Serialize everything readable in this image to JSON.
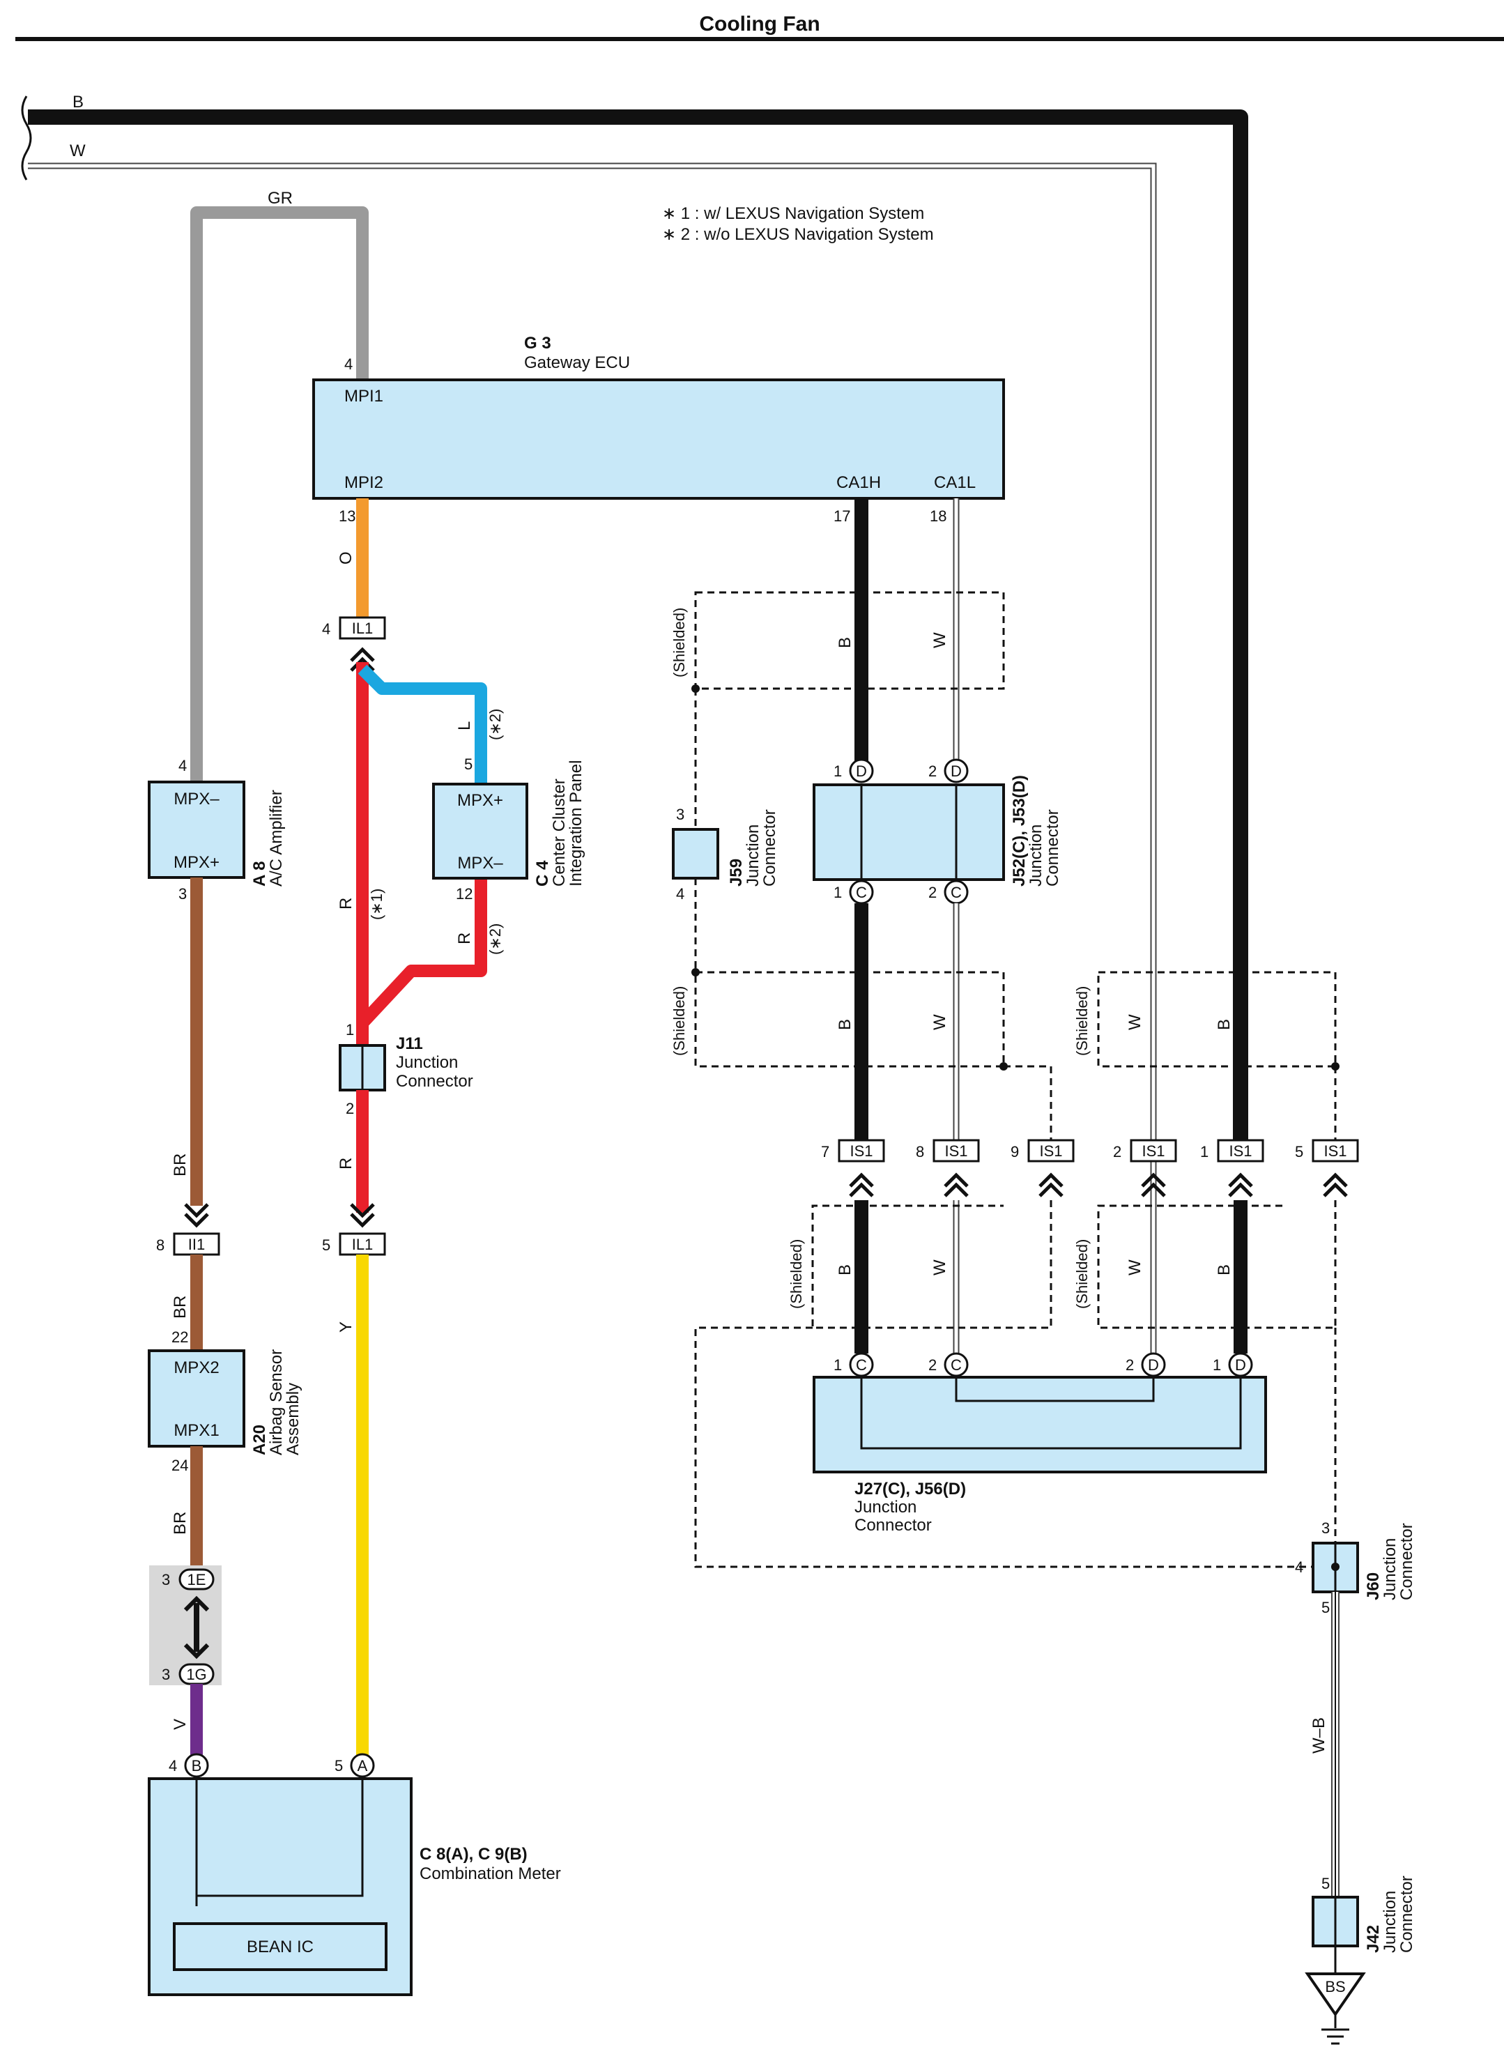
{
  "title": "Cooling Fan",
  "notes": [
    "∗ 1 : w/ LEXUS Navigation System",
    "∗ 2 : w/o LEXUS Navigation System"
  ],
  "colors": {
    "B": "#111111",
    "W": "#ffffff",
    "GR": "#9a9a9a",
    "O": "#f39a2e",
    "R": "#e8202a",
    "L": "#1ba7e0",
    "BR": "#9c5a36",
    "Y": "#f8d800",
    "V": "#6e2d8c",
    "box": "#c8e8f8"
  },
  "wires": {
    "B": "B",
    "W": "W",
    "GR": "GR",
    "O": "O",
    "R": "R",
    "L": "L",
    "Y": "Y",
    "BR": "BR",
    "V": "V",
    "WB": "W–B",
    "star1": "(∗1)",
    "star2": "(∗2)",
    "shielded": "(Shielded)"
  },
  "gateway": {
    "code": "G 3",
    "name": "Gateway ECU",
    "terminals": {
      "mpi1": "MPI1",
      "mpi2": "MPI2",
      "ca1h": "CA1H",
      "ca1l": "CA1L"
    },
    "pins": {
      "mpi1": "4",
      "mpi2": "13",
      "ca1h": "17",
      "ca1l": "18"
    }
  },
  "ac_amp": {
    "code": "A 8",
    "name": "A/C Amplifier",
    "t1": "MPX–",
    "t2": "MPX+",
    "p1": "4",
    "p2": "3"
  },
  "center_cluster": {
    "code": "C 4",
    "name1": "Center Cluster",
    "name2": "Integration Panel",
    "t1": "MPX+",
    "t2": "MPX–",
    "p1": "5",
    "p2": "12"
  },
  "airbag": {
    "code": "A20",
    "name1": "Airbag Sensor",
    "name2": "Assembly",
    "t1": "MPX2",
    "t2": "MPX1",
    "p1": "22",
    "p2": "24"
  },
  "meter": {
    "code": "C 8(A), C 9(B)",
    "name": "Combination Meter",
    "ic": "BEAN IC",
    "tB": "B",
    "tA": "A",
    "pB": "4",
    "pA": "5"
  },
  "j11": {
    "code": "J11",
    "name1": "Junction",
    "name2": "Connector",
    "p1": "1",
    "p2": "2"
  },
  "j59": {
    "code": "J59",
    "name1": "Junction",
    "name2": "Connector",
    "p1": "3",
    "p2": "4"
  },
  "j52": {
    "code": "J52(C), J53(D)",
    "name1": "Junction",
    "name2": "Connector",
    "d": "D",
    "c": "C",
    "p1": "1",
    "p2": "2"
  },
  "j27": {
    "code": "J27(C), J56(D)",
    "name1": "Junction",
    "name2": "Connector",
    "c": "C",
    "d": "D",
    "p1": "1",
    "p2": "2"
  },
  "j60": {
    "code": "J60",
    "name1": "Junction",
    "name2": "Connector",
    "p3": "3",
    "p4": "4",
    "p5": "5"
  },
  "j42": {
    "code": "J42",
    "name1": "Junction",
    "name2": "Connector",
    "p5": "5"
  },
  "ground": "BS",
  "connectors": {
    "il1": "IL1",
    "ii1": "II1",
    "is1": "IS1",
    "c1e": "1E",
    "c1g": "1G",
    "il1_top_pin": "4",
    "il1_bot_pin": "5",
    "ii1_pin": "8",
    "c1e_pin": "3",
    "c1g_pin": "3",
    "is1_pins": [
      "7",
      "8",
      "9",
      "2",
      "1",
      "5"
    ]
  }
}
